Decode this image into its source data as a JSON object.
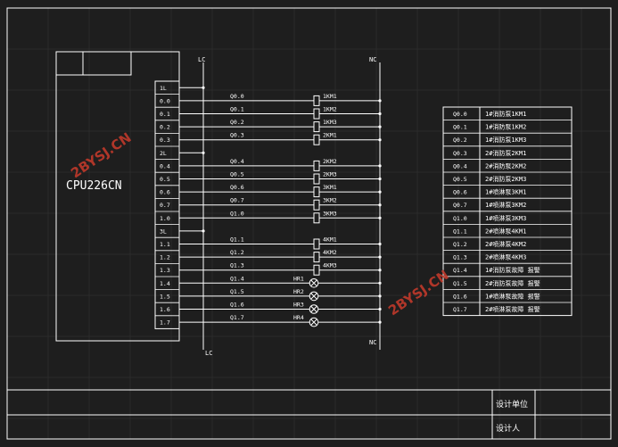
{
  "plc": {
    "model": "CPU226CN",
    "terminals": [
      "1L",
      "0.0",
      "0.1",
      "0.2",
      "0.3",
      "2L",
      "0.4",
      "0.5",
      "0.6",
      "0.7",
      "1.0",
      "3L",
      "1.1",
      "1.2",
      "1.3",
      "1.4",
      "1.5",
      "1.6",
      "1.7"
    ]
  },
  "rails": {
    "left_top": "LC",
    "left_bottom": "LC",
    "right_top": "NC",
    "right_bottom": "NC"
  },
  "wires": [
    {
      "terminal": "0.0",
      "tag": "Q0.0",
      "load": "1KM1",
      "type": "coil"
    },
    {
      "terminal": "0.1",
      "tag": "Q0.1",
      "load": "1KM2",
      "type": "coil"
    },
    {
      "terminal": "0.2",
      "tag": "Q0.2",
      "load": "1KM3",
      "type": "coil"
    },
    {
      "terminal": "0.3",
      "tag": "Q0.3",
      "load": "2KM1",
      "type": "coil"
    },
    {
      "terminal": "0.4",
      "tag": "Q0.4",
      "load": "2KM2",
      "type": "coil"
    },
    {
      "terminal": "0.5",
      "tag": "Q0.5",
      "load": "2KM3",
      "type": "coil"
    },
    {
      "terminal": "0.6",
      "tag": "Q0.6",
      "load": "3KM1",
      "type": "coil"
    },
    {
      "terminal": "0.7",
      "tag": "Q0.7",
      "load": "3KM2",
      "type": "coil"
    },
    {
      "terminal": "1.0",
      "tag": "Q1.0",
      "load": "3KM3",
      "type": "coil"
    },
    {
      "terminal": "1.1",
      "tag": "Q1.1",
      "load": "4KM1",
      "type": "coil"
    },
    {
      "terminal": "1.2",
      "tag": "Q1.2",
      "load": "4KM2",
      "type": "coil"
    },
    {
      "terminal": "1.3",
      "tag": "Q1.3",
      "load": "4KM3",
      "type": "coil"
    },
    {
      "terminal": "1.4",
      "tag": "Q1.4",
      "load": "HR1",
      "type": "lamp"
    },
    {
      "terminal": "1.5",
      "tag": "Q1.5",
      "load": "HR2",
      "type": "lamp"
    },
    {
      "terminal": "1.6",
      "tag": "Q1.6",
      "load": "HR3",
      "type": "lamp"
    },
    {
      "terminal": "1.7",
      "tag": "Q1.7",
      "load": "HR4",
      "type": "lamp"
    }
  ],
  "io_table": [
    {
      "addr": "Q0.0",
      "desc": "1#消防泵1KM1"
    },
    {
      "addr": "Q0.1",
      "desc": "1#消防泵1KM2"
    },
    {
      "addr": "Q0.2",
      "desc": "1#消防泵1KM3"
    },
    {
      "addr": "Q0.3",
      "desc": "2#消防泵2KM1"
    },
    {
      "addr": "Q0.4",
      "desc": "2#消防泵2KM2"
    },
    {
      "addr": "Q0.5",
      "desc": "2#消防泵2KM3"
    },
    {
      "addr": "Q0.6",
      "desc": "1#喷淋泵3KM1"
    },
    {
      "addr": "Q0.7",
      "desc": "1#喷淋泵3KM2"
    },
    {
      "addr": "Q1.0",
      "desc": "1#喷淋泵3KM3"
    },
    {
      "addr": "Q1.1",
      "desc": "2#喷淋泵4KM1"
    },
    {
      "addr": "Q1.2",
      "desc": "2#喷淋泵4KM2"
    },
    {
      "addr": "Q1.3",
      "desc": "2#喷淋泵4KM3"
    },
    {
      "addr": "Q1.4",
      "desc": "1#消防泵故障 报警"
    },
    {
      "addr": "Q1.5",
      "desc": "2#消防泵故障 报警"
    },
    {
      "addr": "Q1.6",
      "desc": "1#喷淋泵故障 报警"
    },
    {
      "addr": "Q1.7",
      "desc": "2#喷淋泵故障 报警"
    }
  ],
  "title_block": {
    "unit_label": "设计单位",
    "designer_label": "设计人"
  },
  "watermarks": [
    "2BYSJ.CN",
    "2BYSJ.CN"
  ],
  "colors": {
    "background": "#1e1e1e",
    "line": "#ffffff",
    "grid": "#3a3a3a",
    "watermark": "#c0392b"
  }
}
